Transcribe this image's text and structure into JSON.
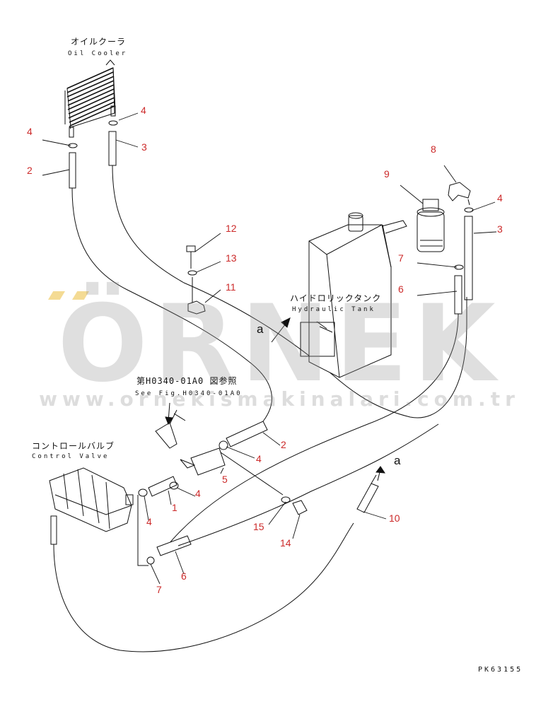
{
  "labels": {
    "oil_cooler_jp": "オイルクーラ",
    "oil_cooler_en": "Oil Cooler",
    "hydraulic_tank_jp": "ハイドロリックタンク",
    "hydraulic_tank_en": "Hydraulic Tank",
    "see_fig_jp": "第H0340-01A0 図参照",
    "see_fig_en": "See Fig.H0340-01A0",
    "control_valve_jp": "コントロールバルブ",
    "control_valve_en": "Control Valve"
  },
  "callouts": [
    {
      "id": "c-4-top",
      "text": "4"
    },
    {
      "id": "c-4-left",
      "text": "4"
    },
    {
      "id": "c-3-top",
      "text": "3"
    },
    {
      "id": "c-2-top",
      "text": "2"
    },
    {
      "id": "c-8",
      "text": "8"
    },
    {
      "id": "c-9",
      "text": "9"
    },
    {
      "id": "c-4-right",
      "text": "4"
    },
    {
      "id": "c-3-right",
      "text": "3"
    },
    {
      "id": "c-12",
      "text": "12"
    },
    {
      "id": "c-13",
      "text": "13"
    },
    {
      "id": "c-7-right",
      "text": "7"
    },
    {
      "id": "c-11",
      "text": "11"
    },
    {
      "id": "c-6-right",
      "text": "6"
    },
    {
      "id": "c-2-mid",
      "text": "2"
    },
    {
      "id": "c-4-mid",
      "text": "4"
    },
    {
      "id": "c-5",
      "text": "5"
    },
    {
      "id": "c-4-low",
      "text": "4"
    },
    {
      "id": "c-1",
      "text": "1"
    },
    {
      "id": "c-4-valve",
      "text": "4"
    },
    {
      "id": "c-15",
      "text": "15"
    },
    {
      "id": "c-10",
      "text": "10"
    },
    {
      "id": "c-14",
      "text": "14"
    },
    {
      "id": "c-6-low",
      "text": "6"
    },
    {
      "id": "c-7-low",
      "text": "7"
    }
  ],
  "view_marks": {
    "a_tank": "a",
    "a_right": "a"
  },
  "watermark": {
    "brand": "ÖRNEK",
    "url": "www.ornekismakinalari.com.tr"
  },
  "drawing_code": "PK63155",
  "colors": {
    "callout": "#cc2a2a",
    "line": "#111111",
    "watermark": "#969696",
    "watermark_accent": "#ebbe3c"
  }
}
